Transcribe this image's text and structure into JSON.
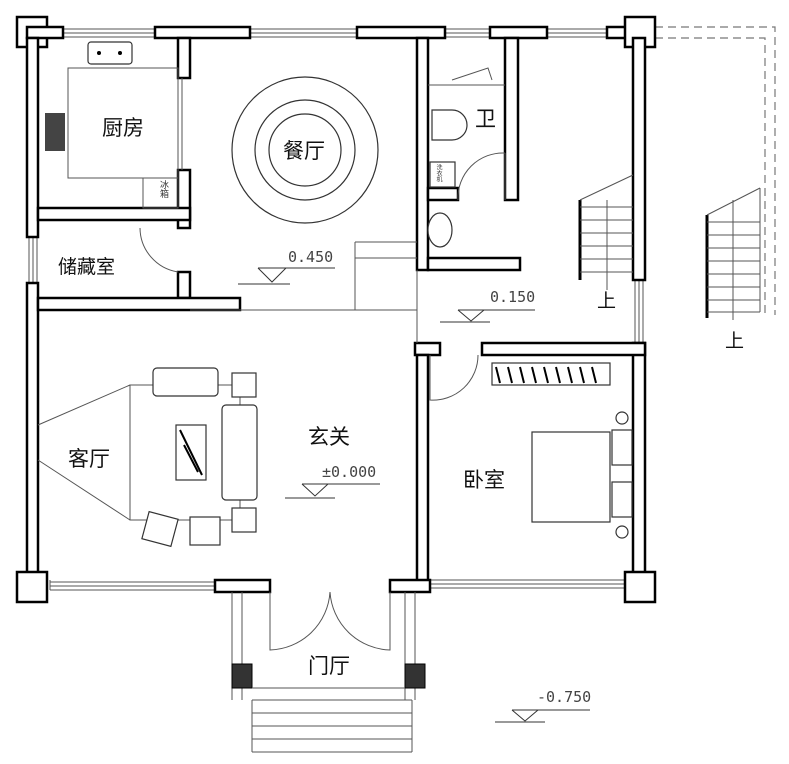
{
  "rooms": {
    "kitchen": "厨房",
    "dining": "餐厅",
    "bathroom": "卫",
    "storage": "储藏室",
    "living": "客厅",
    "foyer": "玄关",
    "bedroom": "卧室",
    "entrance_hall": "门厅"
  },
  "fixtures": {
    "fridge": "冰箱",
    "washer": "洗衣机"
  },
  "levels": {
    "dining": "0.450",
    "hall": "0.150",
    "foyer": "±0.000",
    "exterior": "-0.750"
  },
  "stairs": {
    "main_up": "上",
    "outer_up": "上"
  }
}
